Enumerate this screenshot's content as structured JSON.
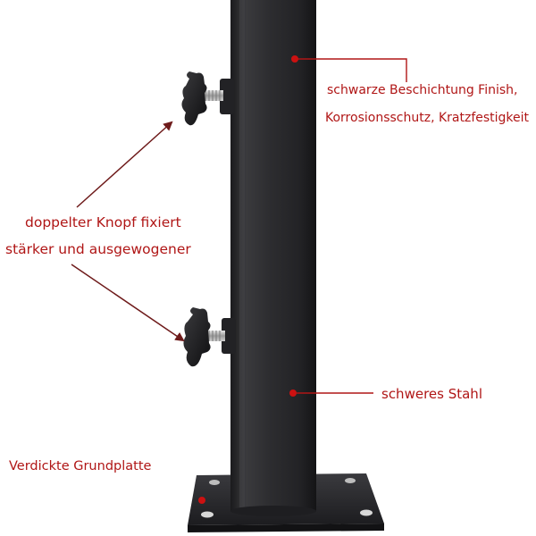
{
  "annotations": {
    "finish_line1": "schwarze Beschichtung Finish,",
    "finish_line2": "Korrosionsschutz, Kratzfestigkeit",
    "knob_line1": "doppelter Knopf fixiert",
    "knob_line2": "stärker und ausgewogener",
    "steel": "schweres Stahl",
    "base_plate": "Verdickte Grundplatte"
  },
  "colors": {
    "annotation_text": "#b01616",
    "marker_dot": "#cc1111",
    "tube": "#2b2b2d",
    "background": "#ffffff"
  },
  "icons": [
    "knob-icon",
    "arrow-icon",
    "marker-dot-icon"
  ]
}
